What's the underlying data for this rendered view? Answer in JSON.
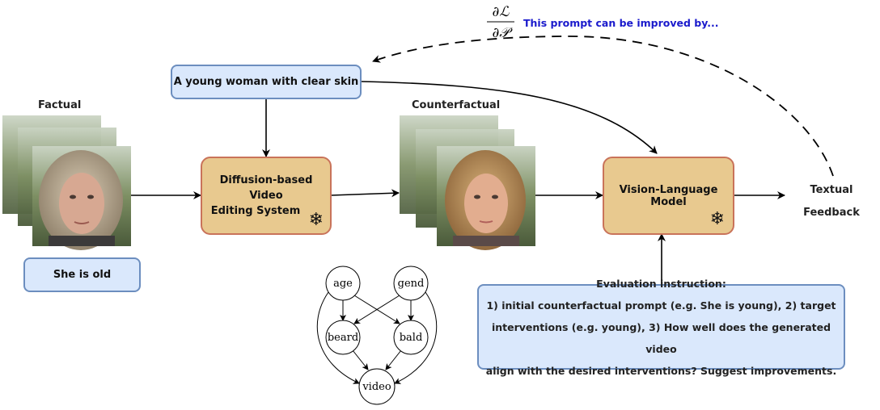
{
  "prompt_box": "A young woman with clear skin",
  "factual_label": "Factual",
  "counterfactual_label": "Counterfactual",
  "factual_caption": "She is old",
  "editor": {
    "line1": "Diffusion-based Video",
    "line2": "Editing System",
    "icon": "snowflake-icon"
  },
  "vlm": {
    "label": "Vision-Language Model",
    "icon": "snowflake-icon"
  },
  "feedback": {
    "line1": "Textual",
    "line2": "Feedback"
  },
  "gradient": {
    "numerator": "∂ℒ",
    "denominator": "∂𝒫"
  },
  "improve_text": "This prompt can be improved by...",
  "evaluation": {
    "title": "Evaluation instruction:",
    "lines": [
      "1) initial counterfactual prompt (e.g. She is young), 2) target",
      "interventions (e.g. young), 3) How well does the generated video",
      "align with the desired interventions? Suggest improvements."
    ]
  },
  "causal_graph": {
    "nodes": [
      "age",
      "gend",
      "beard",
      "bald",
      "video"
    ]
  },
  "colors": {
    "blue_fill": "#dae8fc",
    "blue_stroke": "#6c8ebf",
    "tan_fill": "#e8c98f",
    "tan_stroke": "#c9735a",
    "improve_text": "#1a1acc"
  }
}
